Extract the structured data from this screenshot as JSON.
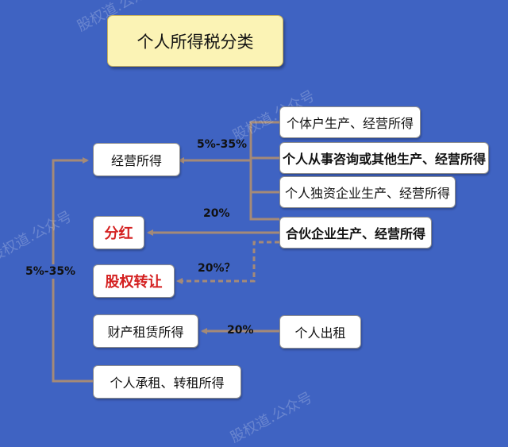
{
  "title": "个人所得税分类",
  "watermark": "股权道.公众号",
  "left_boxes": {
    "business_income": "经营所得",
    "dividend": "分红",
    "equity_transfer": "股权转让",
    "property_lease": "财产租赁所得",
    "contract_lease": "个人承租、转租所得"
  },
  "right_boxes": {
    "individual_business": "个体户生产、经营所得",
    "individual_consulting": "个人从事咨询或其他生产、经营所得",
    "sole_proprietorship": "个人独资企业生产、经营所得",
    "partnership": "合伙企业生产、经营所得",
    "personal_rental": "个人出租"
  },
  "rates": {
    "business": "5%-35%",
    "dividend": "20%",
    "equity": "20%？",
    "rental": "20%",
    "left_vertical": "5%-35%"
  },
  "colors": {
    "background": "#3f63c2",
    "connector": "#a48a78",
    "highlight_text": "#d42020",
    "title_fill": "#fbf3b5"
  }
}
